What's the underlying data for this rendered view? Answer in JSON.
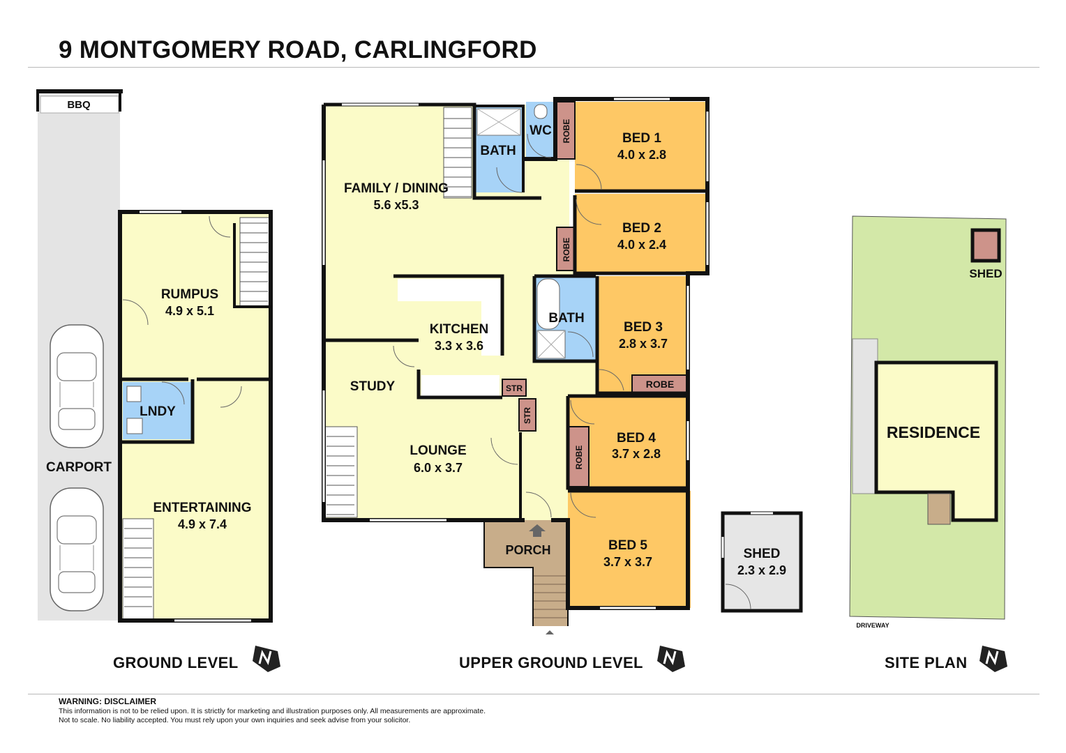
{
  "title": "9 MONTGOMERY ROAD, CARLINGFORD",
  "colors": {
    "living": "#fbfbc8",
    "bedroom": "#fec865",
    "wet_area": "#a7d3f7",
    "robe": "#cd938a",
    "porch": "#c8ad8a",
    "carport": "#e4e4e4",
    "shed": "#e6e6e6",
    "site_lawn": "#d3e8a8",
    "wall": "#111111"
  },
  "ground_level": {
    "caption": "GROUND LEVEL",
    "north_icon": "north-arrow-icon",
    "bbq": "BBQ",
    "carport": "CARPORT",
    "rumpus": {
      "name": "RUMPUS",
      "size": "4.9 x 5.1"
    },
    "laundry": "LNDY",
    "entertaining": {
      "name": "ENTERTAINING",
      "size": "4.9 x 7.4"
    }
  },
  "upper_level": {
    "caption": "UPPER GROUND LEVEL",
    "north_icon": "north-arrow-icon",
    "family": {
      "name": "FAMILY / DINING",
      "size": "5.6 x5.3"
    },
    "kitchen": {
      "name": "KITCHEN",
      "size": "3.3 x 3.6"
    },
    "study": "STUDY",
    "lounge": {
      "name": "LOUNGE",
      "size": "6.0 x 3.7"
    },
    "porch": "PORCH",
    "bath_top": "BATH",
    "wc": "WC",
    "bath_mid": "BATH",
    "robe": "ROBE",
    "str": "STR",
    "bed1": {
      "name": "BED 1",
      "size": "4.0 x 2.8"
    },
    "bed2": {
      "name": "BED 2",
      "size": "4.0 x 2.4"
    },
    "bed3": {
      "name": "BED 3",
      "size": "2.8 x 3.7"
    },
    "bed4": {
      "name": "BED 4",
      "size": "3.7 x 2.8"
    },
    "bed5": {
      "name": "BED 5",
      "size": "3.7 x 3.7"
    },
    "shed": {
      "name": "SHED",
      "size": "2.3 x 2.9"
    }
  },
  "site_plan": {
    "caption": "SITE PLAN",
    "north_icon": "north-arrow-icon",
    "residence": "RESIDENCE",
    "shed": "SHED",
    "driveway": "DRIVEWAY"
  },
  "disclaimer": {
    "heading": "WARNING: DISCLAIMER",
    "line1": "This information is not to be relied upon. It is strictly for marketing and illustration purposes only. All measurements are approximate.",
    "line2": "Not to scale. No liability accepted. You must rely upon your own inquiries and seek advise from your solicitor."
  }
}
